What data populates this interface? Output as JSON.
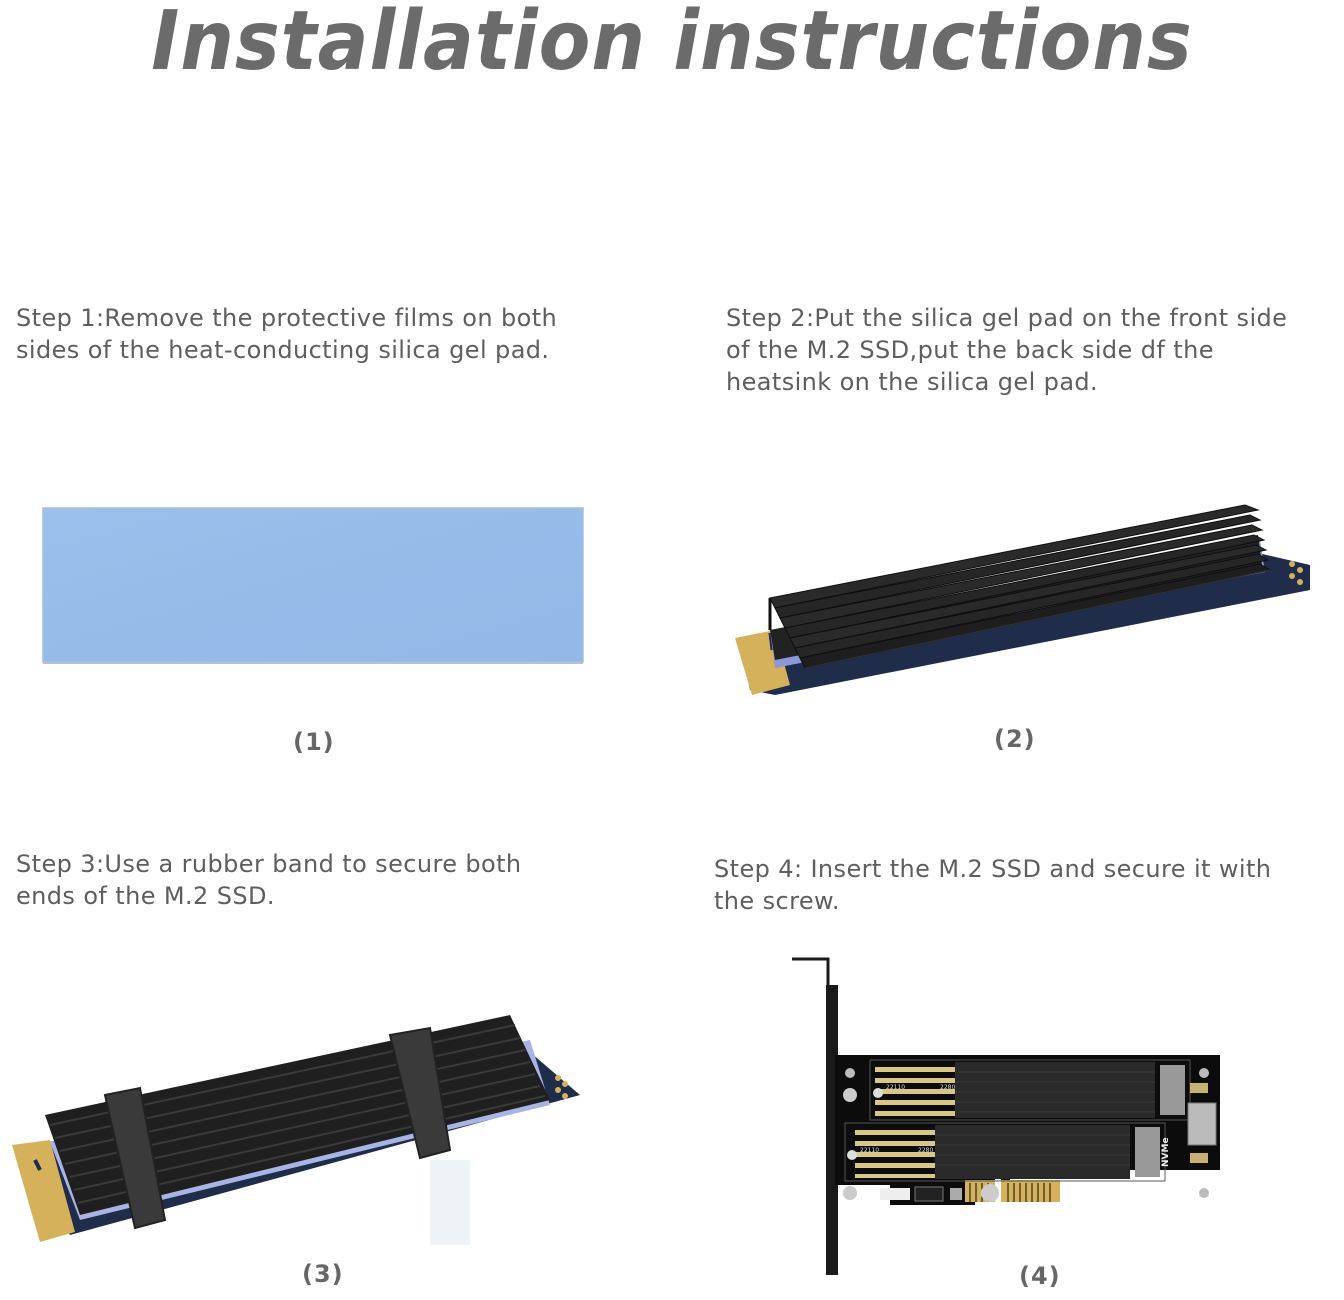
{
  "title": "Installation instructions",
  "steps": [
    {
      "lines": [
        "Step 1:Remove the protective films on both",
        "sides of the heat-conducting silica gel pad."
      ],
      "caption": "(1)",
      "image": "silica-gel-pad"
    },
    {
      "lines": [
        "Step 2:Put the silica gel pad on the front side",
        "of the M.2 SSD,put the back side df the",
        "heatsink on the silica gel pad."
      ],
      "caption": "(2)",
      "image": "ssd-with-heatsink"
    },
    {
      "lines": [
        "Step 3:Use a rubber band to secure both",
        "ends of the M.2 SSD."
      ],
      "caption": "(3)",
      "image": "ssd-heatsink-rubber-bands"
    },
    {
      "lines": [
        "Step 4: Insert the M.2 SSD and secure it with",
        "the screw."
      ],
      "caption": "(4)",
      "image": "pcie-adapter-card"
    }
  ],
  "pcb_labels": {
    "slot_top_a": "22110",
    "slot_top_b": "2280",
    "slot_bottom_a": "22110",
    "slot_bottom_b": "2280",
    "nvme": "NVMe"
  },
  "colors": {
    "title": "#6b6b6b",
    "text": "#5e5e5e",
    "pad_blue": "#96bbea",
    "heatsink": "#1c1c1c",
    "pcb_blue": "#1f2d4a",
    "gold": "#d4b15a"
  }
}
